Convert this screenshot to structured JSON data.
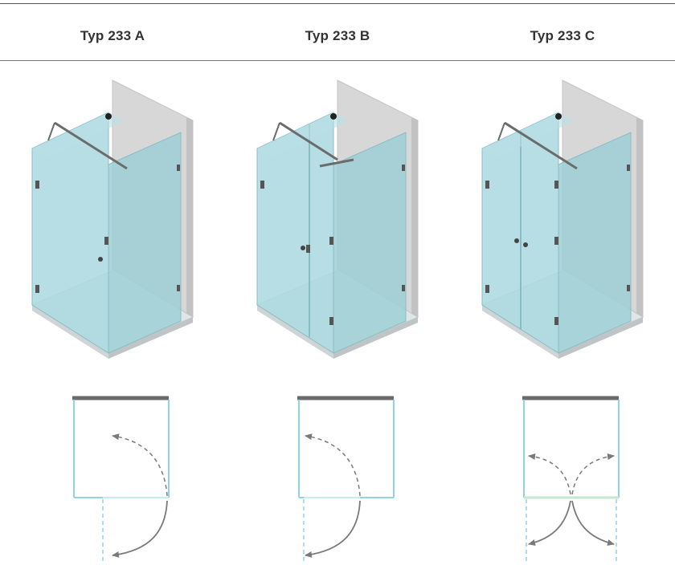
{
  "columns": [
    {
      "title": "Typ 233 A"
    },
    {
      "title": "Typ 233 B"
    },
    {
      "title": "Typ 233 C"
    }
  ],
  "colors": {
    "glass": "#a8d6dd",
    "glass_dark": "#8fc4cc",
    "wall": "#d8d8d8",
    "wall_top": "#eeeeee",
    "hardware": "#6a6a6a",
    "plan_wall": "#6b6b6b",
    "plan_glass": "#8fd3e8",
    "arrow": "#777777"
  }
}
